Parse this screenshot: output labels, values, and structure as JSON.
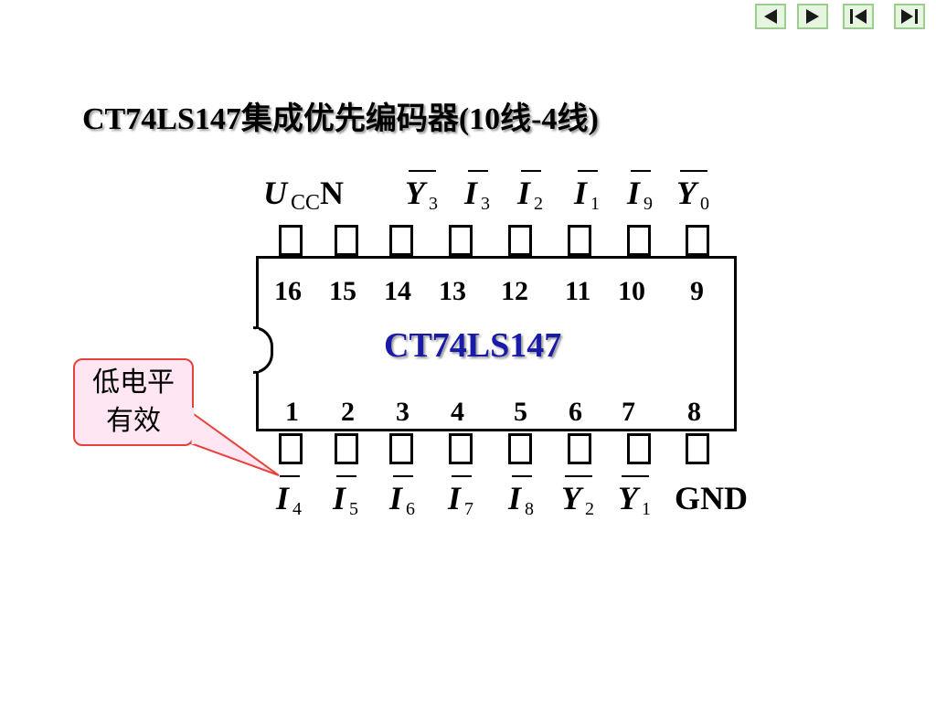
{
  "title": "CT74LS147集成优先编码器(10线-4线)",
  "nav": [
    {
      "name": "prev-slide-button",
      "icon": "triangle-left-icon"
    },
    {
      "name": "next-slide-button",
      "icon": "triangle-right-icon"
    },
    {
      "name": "first-slide-button",
      "icon": "bar-triangle-left-icon"
    },
    {
      "name": "last-slide-button",
      "icon": "triangle-bar-right-icon"
    }
  ],
  "chip": {
    "name": "CT74LS147",
    "top_numbers": [
      "16",
      "15",
      "14",
      "13",
      "12",
      "11",
      "10",
      "9"
    ],
    "bottom_numbers": [
      "1",
      "2",
      "3",
      "4",
      "5",
      "6",
      "7",
      "8"
    ]
  },
  "top_labels": {
    "ucc_main": "U",
    "ucc_sub": "CC",
    "n": "N",
    "y3": "Y",
    "y3_sub": "3",
    "i3": "I",
    "i3_sub": "3",
    "i2": "I",
    "i2_sub": "2",
    "i1": "I",
    "i1_sub": "1",
    "i9": "I",
    "i9_sub": "9",
    "y0": "Y",
    "y0_sub": "0"
  },
  "bottom_labels": {
    "i4": "I",
    "i4_sub": "4",
    "i5": "I",
    "i5_sub": "5",
    "i6": "I",
    "i6_sub": "6",
    "i7": "I",
    "i7_sub": "7",
    "i8": "I",
    "i8_sub": "8",
    "y2": "Y",
    "y2_sub": "2",
    "y1": "Y",
    "y1_sub": "1",
    "gnd": "GND"
  },
  "callout": {
    "line1": "低电平",
    "line2": "有效"
  },
  "colors": {
    "chip_name": "#1a1aa8",
    "callout_bg": "#ffe6f2",
    "callout_border": "#e8413b",
    "nav_bg": "#e6f5df"
  }
}
